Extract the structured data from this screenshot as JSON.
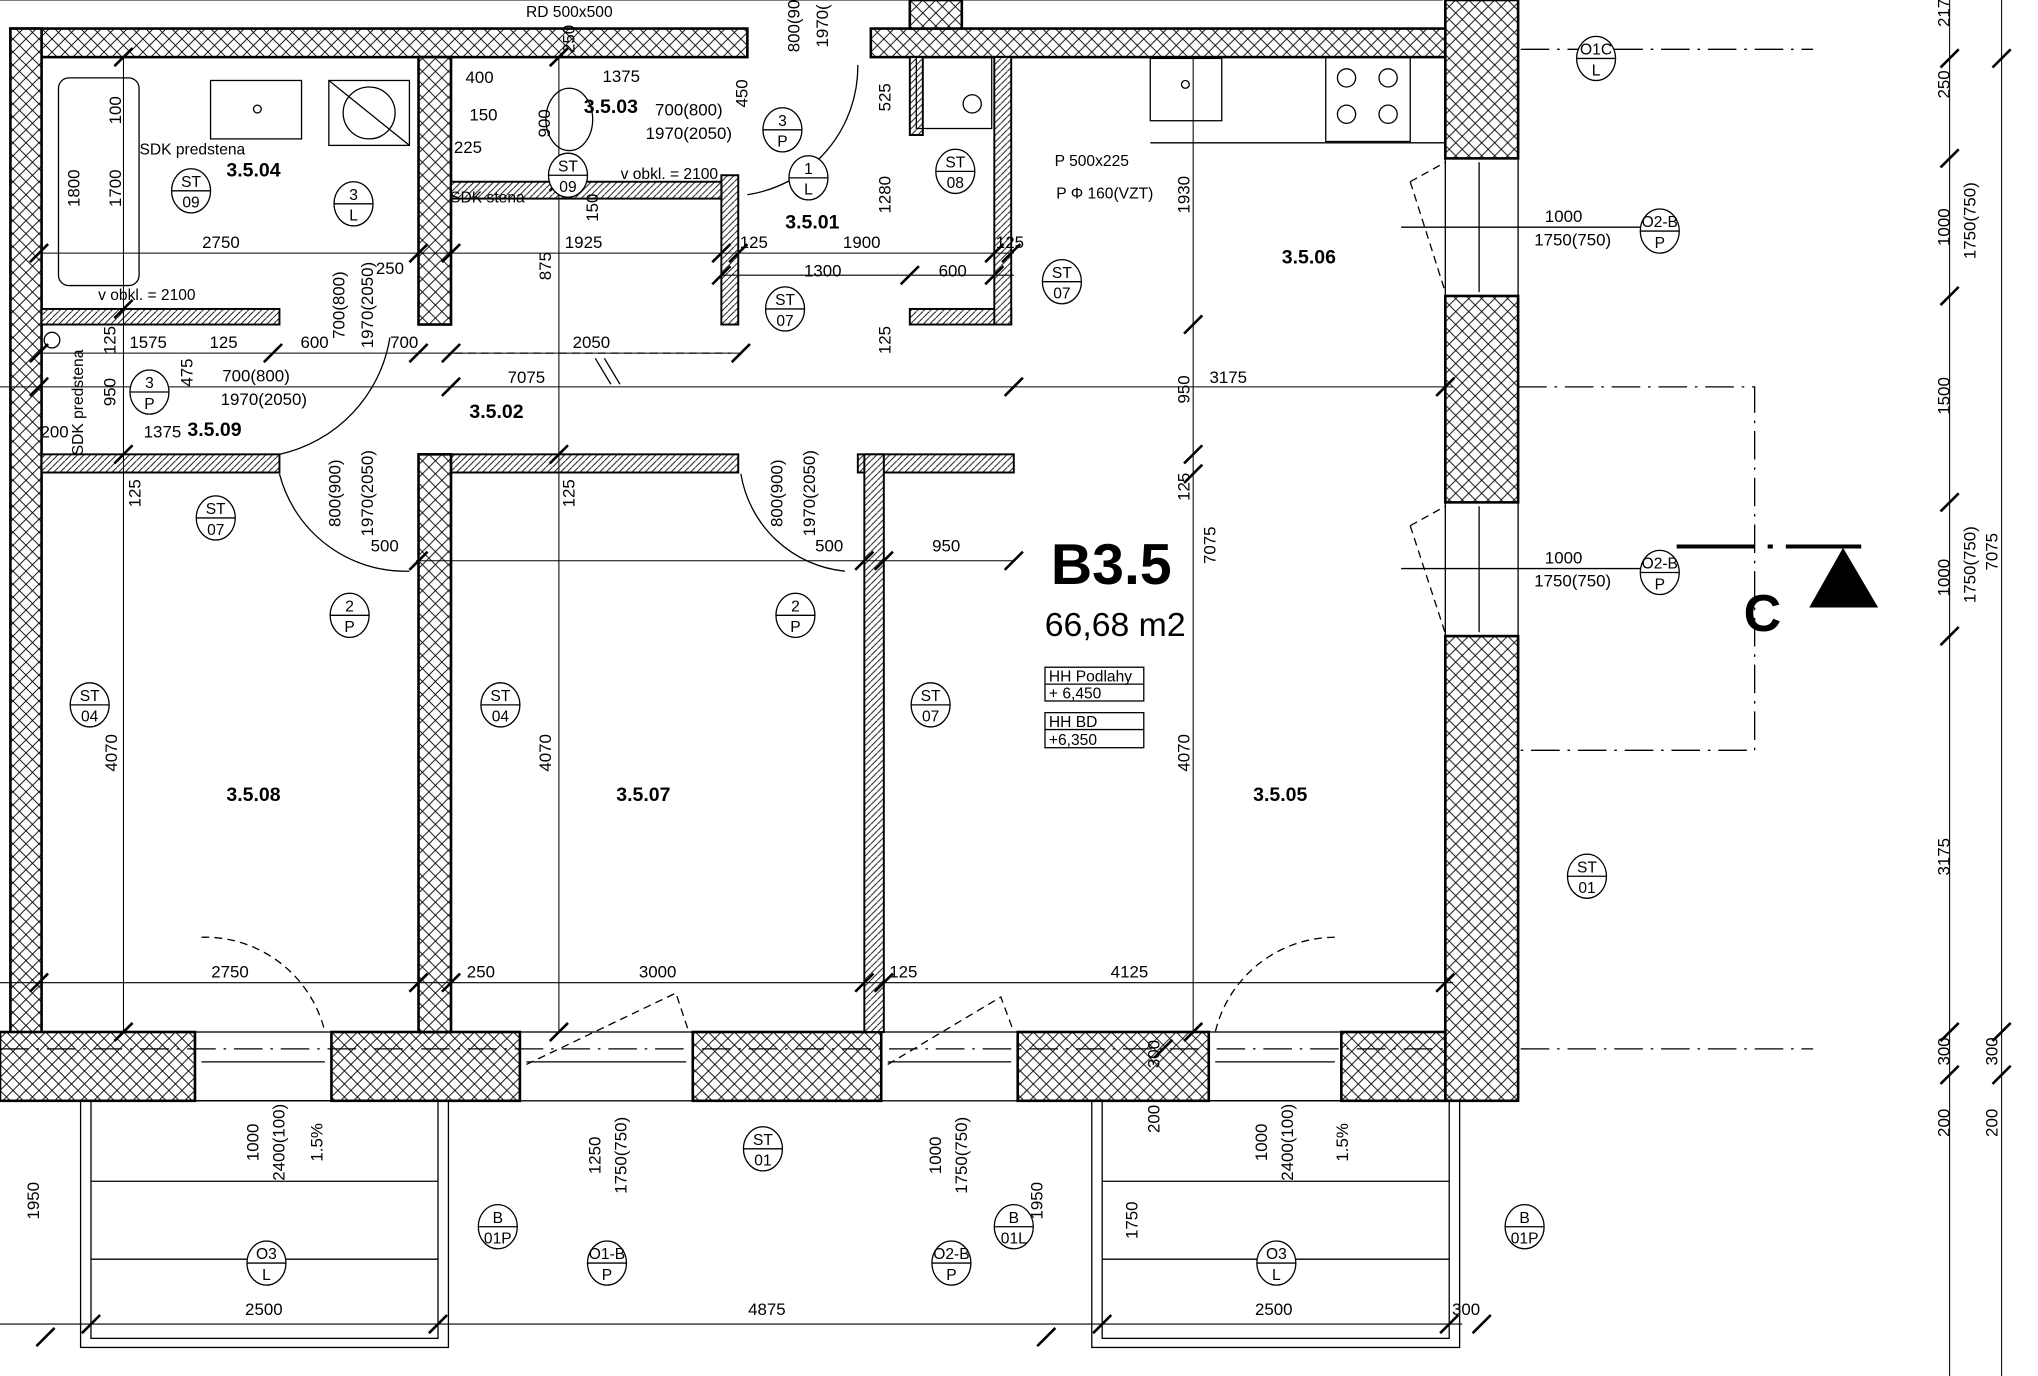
{
  "unit": {
    "name": "B3.5",
    "area": "66,68 m2"
  },
  "levels": [
    {
      "label": "HH Podlahy",
      "value": "+ 6,450"
    },
    {
      "label": "HH BD",
      "value": "+6,350"
    }
  ],
  "section_mark": "C",
  "rooms": [
    "3.5.04",
    "3.5.03",
    "3.5.01",
    "3.5.06",
    "3.5.02",
    "3.5.09",
    "3.5.08",
    "3.5.07",
    "3.5.05"
  ],
  "notes": [
    "SDK predstena",
    "SDK stena",
    "v obkl. = 2100",
    "v obkl. = 2100",
    "RD 500x500",
    "P 500x225",
    "P Φ 160(VZT)",
    "SDK predstena"
  ],
  "dimensions": [
    "2750",
    "1925",
    "125",
    "1900",
    "125",
    "1300",
    "600",
    "250",
    "1575",
    "125",
    "600",
    "700",
    "2050",
    "7075",
    "3175",
    "500",
    "500",
    "950",
    "2750",
    "250",
    "3000",
    "125",
    "4125",
    "2500",
    "4875",
    "2500",
    "300",
    "400",
    "150",
    "225",
    "1375",
    "1375",
    "200",
    "100",
    "1800",
    "1700",
    "250",
    "900",
    "450",
    "525",
    "1280",
    "150",
    "875",
    "125",
    "1930",
    "950",
    "125",
    "7075",
    "4070",
    "4070",
    "4070",
    "125",
    "125",
    "125",
    "950",
    "475",
    "300",
    "200",
    "1950",
    "1950",
    "1750",
    "217",
    "250",
    "1000",
    "1750(750)",
    "1500",
    "1000",
    "1750(750)",
    "7075",
    "3175",
    "300",
    "300",
    "200",
    "200"
  ],
  "openings": [
    "700(800)",
    "1970(2050)",
    "700(800)",
    "1970(2050)",
    "800(900)",
    "1970(2050)",
    "800(900)",
    "1970(2050)",
    "800(90",
    "1970(",
    "700(800)",
    "1970(2050)",
    "1000",
    "1750(750)",
    "1000",
    "1750(750)",
    "1000",
    "1750(750)",
    "1250",
    "1750(750)",
    "1000",
    "2400(100)",
    "1000",
    "2400(100)",
    "1.5%",
    "1.5%"
  ],
  "tags": [
    {
      "top": "ST",
      "bottom": "09"
    },
    {
      "top": "3",
      "bottom": "L"
    },
    {
      "top": "ST",
      "bottom": "09"
    },
    {
      "top": "3",
      "bottom": "P"
    },
    {
      "top": "1",
      "bottom": "L"
    },
    {
      "top": "ST",
      "bottom": "08"
    },
    {
      "top": "ST",
      "bottom": "07"
    },
    {
      "top": "ST",
      "bottom": "07"
    },
    {
      "top": "3",
      "bottom": "P"
    },
    {
      "top": "ST",
      "bottom": "07"
    },
    {
      "top": "2",
      "bottom": "P"
    },
    {
      "top": "2",
      "bottom": "P"
    },
    {
      "top": "ST",
      "bottom": "04"
    },
    {
      "top": "ST",
      "bottom": "04"
    },
    {
      "top": "ST",
      "bottom": "07"
    },
    {
      "top": "ST",
      "bottom": "01"
    },
    {
      "top": "O1C",
      "bottom": "L"
    },
    {
      "top": "O2-B",
      "bottom": "P"
    },
    {
      "top": "O2-B",
      "bottom": "P"
    },
    {
      "top": "ST",
      "bottom": "01"
    },
    {
      "top": "B",
      "bottom": "01P"
    },
    {
      "top": "B",
      "bottom": "01L"
    },
    {
      "top": "B",
      "bottom": "01P"
    },
    {
      "top": "O3",
      "bottom": "L"
    },
    {
      "top": "O1-B",
      "bottom": "P"
    },
    {
      "top": "O2-B",
      "bottom": "P"
    },
    {
      "top": "O3",
      "bottom": "L"
    }
  ]
}
